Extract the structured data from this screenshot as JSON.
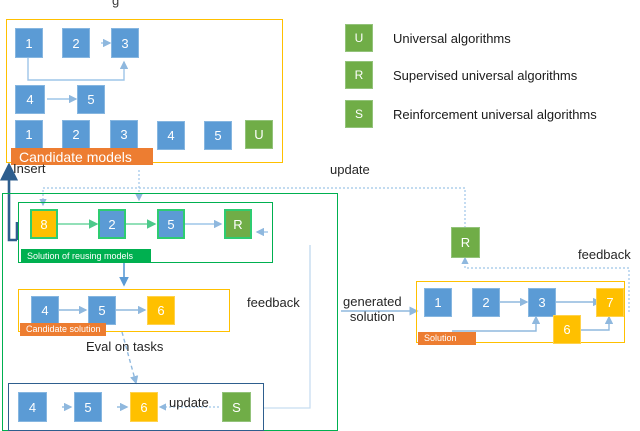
{
  "diagram": {
    "title_fragment": "g",
    "colors": {
      "blue": "#5B9BD5",
      "green": "#70AD47",
      "amber": "#FFC000",
      "orange_tag": "#ED7D31",
      "green_tag": "#00B050",
      "navy_border": "#2E5E8E",
      "yellow_border": "#FFC000",
      "arrow_blue": "#8FB8DE",
      "arrow_green": "#4CC98A"
    }
  },
  "legend": {
    "items": [
      {
        "symbol": "U",
        "label": "Universal algorithms"
      },
      {
        "symbol": "R",
        "label": "Supervised universal algorithms"
      },
      {
        "symbol": "S",
        "label": "Reinforcement universal algorithms"
      }
    ]
  },
  "candidate_models": {
    "tag": "Candidate models",
    "row1": [
      "1",
      "2",
      "3"
    ],
    "row2": [
      "4",
      "5"
    ],
    "row3": [
      "1",
      "2",
      "3",
      "4",
      "5",
      "U"
    ]
  },
  "reusing_solution": {
    "tag": "Solution of reusing models",
    "nodes": [
      "8",
      "2",
      "5",
      "R"
    ]
  },
  "candidate_solution": {
    "tag": "Candidate solution",
    "nodes": [
      "4",
      "5",
      "6"
    ]
  },
  "eval_panel": {
    "nodes": [
      "4",
      "5",
      "6",
      "S"
    ],
    "inline_label": "update"
  },
  "generated_solution": {
    "tag": "Solution",
    "nodes": [
      "1",
      "2",
      "3",
      "7",
      "6"
    ],
    "side_node": "R"
  },
  "edge_labels": {
    "insert": "Insert",
    "update_top": "update",
    "feedback_mid": "feedback",
    "generated_solution": "generated\nsolution",
    "generated_solution_line1": "generated",
    "generated_solution_line2": "solution",
    "eval_on_tasks": "Eval on tasks",
    "feedback_right": "feedback"
  }
}
